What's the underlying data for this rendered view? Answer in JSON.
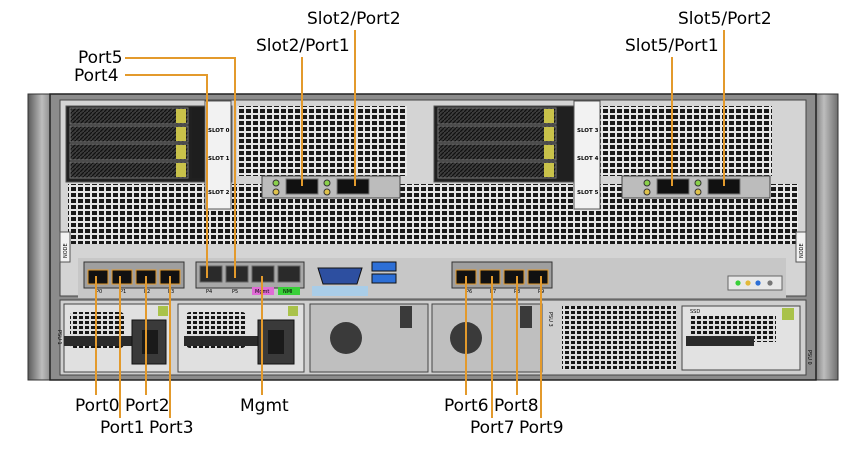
{
  "diagram": {
    "colors": {
      "callout": "#e39a2c",
      "chassis": "#8c8c8c",
      "panel": "#d4d4d4",
      "mgmt_port_tag": "#e06bd6",
      "nmi_port_tag": "#39d039",
      "vga_tag": "#a9cde8",
      "usb": "#2d6fd6"
    },
    "callouts_top": [
      {
        "id": "slot2-port2",
        "text": "Slot2/Port2"
      },
      {
        "id": "slot2-port1",
        "text": "Slot2/Port1"
      },
      {
        "id": "slot5-port2",
        "text": "Slot5/Port2"
      },
      {
        "id": "slot5-port1",
        "text": "Slot5/Port1"
      },
      {
        "id": "port5",
        "text": "Port5"
      },
      {
        "id": "port4",
        "text": "Port4"
      }
    ],
    "callouts_bottom": [
      {
        "id": "port0",
        "text": "Port0"
      },
      {
        "id": "port2",
        "text": "Port2"
      },
      {
        "id": "port1",
        "text": "Port1"
      },
      {
        "id": "port3",
        "text": "Port3"
      },
      {
        "id": "mgmt",
        "text": "Mgmt"
      },
      {
        "id": "port6",
        "text": "Port6"
      },
      {
        "id": "port8",
        "text": "Port8"
      },
      {
        "id": "port7",
        "text": "Port7"
      },
      {
        "id": "port9",
        "text": "Port9"
      }
    ],
    "panel_labels": {
      "slot0": "SLOT 0",
      "slot1": "SLOT 1",
      "slot2": "SLOT 2",
      "slot3": "SLOT 3",
      "slot4": "SLOT 4",
      "slot5": "SLOT 5",
      "left_port_tags": [
        "P0",
        "P1",
        "P2",
        "P3"
      ],
      "right_port_tags": [
        "P6",
        "P7",
        "P8",
        "P9"
      ],
      "rj45_tags": [
        "P4",
        "P5",
        "Mgmt",
        "NMI"
      ],
      "psu1": "PSU 1",
      "psu0": "PSU 0",
      "psu3": "PSU 3",
      "node_left": "NODE",
      "node_right": "NODE",
      "ssd": "SSD"
    }
  }
}
